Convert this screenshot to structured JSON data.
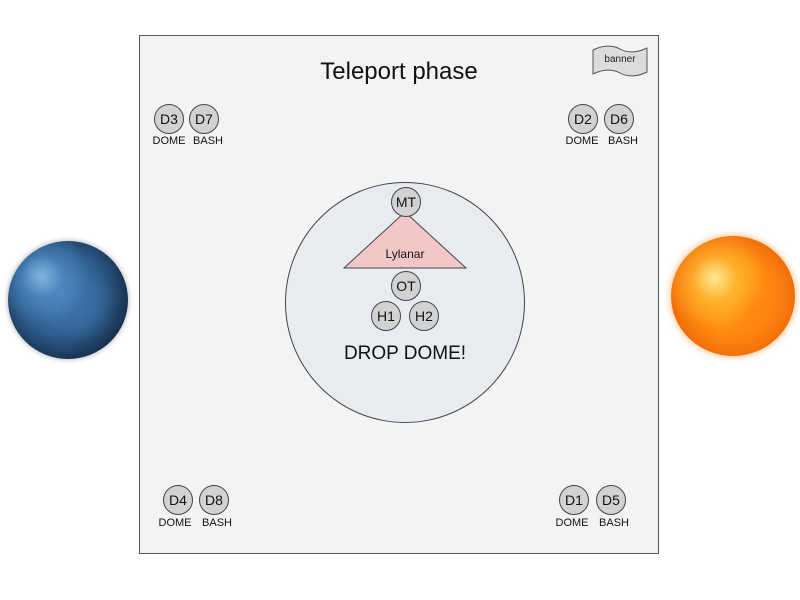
{
  "title": "Teleport phase",
  "banner_label": "banner",
  "boss": {
    "name": "Lylanar",
    "instruction": "DROP DOME!"
  },
  "tanks": [
    "MT",
    "OT"
  ],
  "healers": [
    "H1",
    "H2"
  ],
  "groups": {
    "top_left": {
      "tokens": [
        "D3",
        "D7"
      ],
      "labels": [
        "DOME",
        "BASH"
      ]
    },
    "top_right": {
      "tokens": [
        "D2",
        "D6"
      ],
      "labels": [
        "DOME",
        "BASH"
      ]
    },
    "bottom_left": {
      "tokens": [
        "D4",
        "D8"
      ],
      "labels": [
        "DOME",
        "BASH"
      ]
    },
    "bottom_right": {
      "tokens": [
        "D1",
        "D5"
      ],
      "labels": [
        "DOME",
        "BASH"
      ]
    }
  },
  "colors": {
    "arena": "#f3f3f3",
    "boss_area": "#e8ecf1",
    "boss_marker": "#f4c7c7",
    "token": "#d2d2d2"
  }
}
